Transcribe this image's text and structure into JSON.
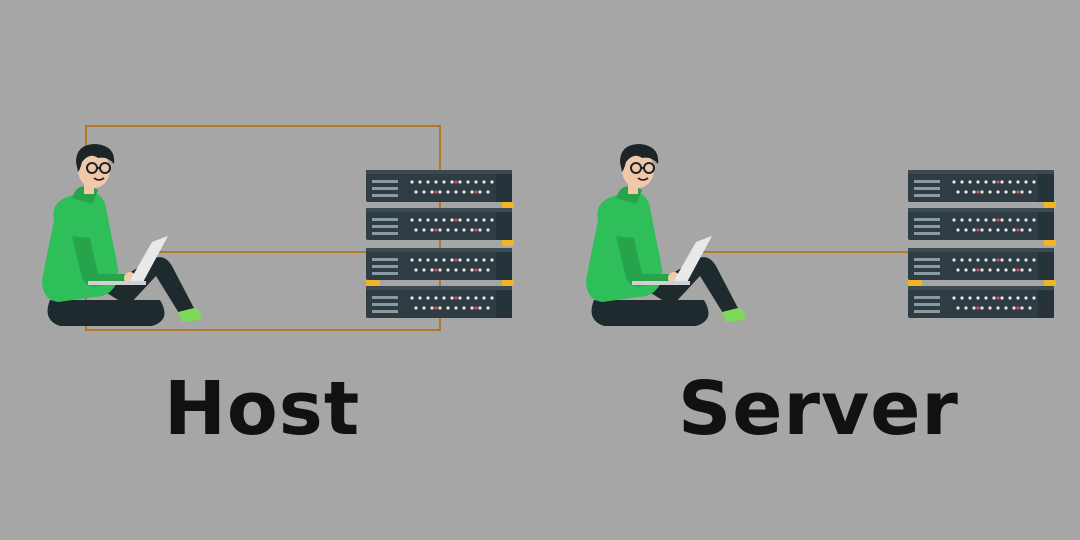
{
  "panels": [
    {
      "id": "host",
      "caption": "Host"
    },
    {
      "id": "server",
      "caption": "Server"
    }
  ],
  "colors": {
    "background": "#a6a6a6",
    "connector": "#b07a2a",
    "hoodie": "#2fbf5a",
    "pants": "#1f2a2e",
    "skin": "#f1c9a8",
    "hair": "#1c2428",
    "rack_body": "#2f3c44",
    "rack_led_white": "#e8e8e8",
    "rack_led_red": "#d94a4a",
    "rack_tab": "#f0b429",
    "shoes": "#7ed957",
    "laptop": "#e9e9e9",
    "caption_text": "#111111"
  },
  "icons": [
    "person-with-laptop-icon",
    "server-rack-icon"
  ]
}
